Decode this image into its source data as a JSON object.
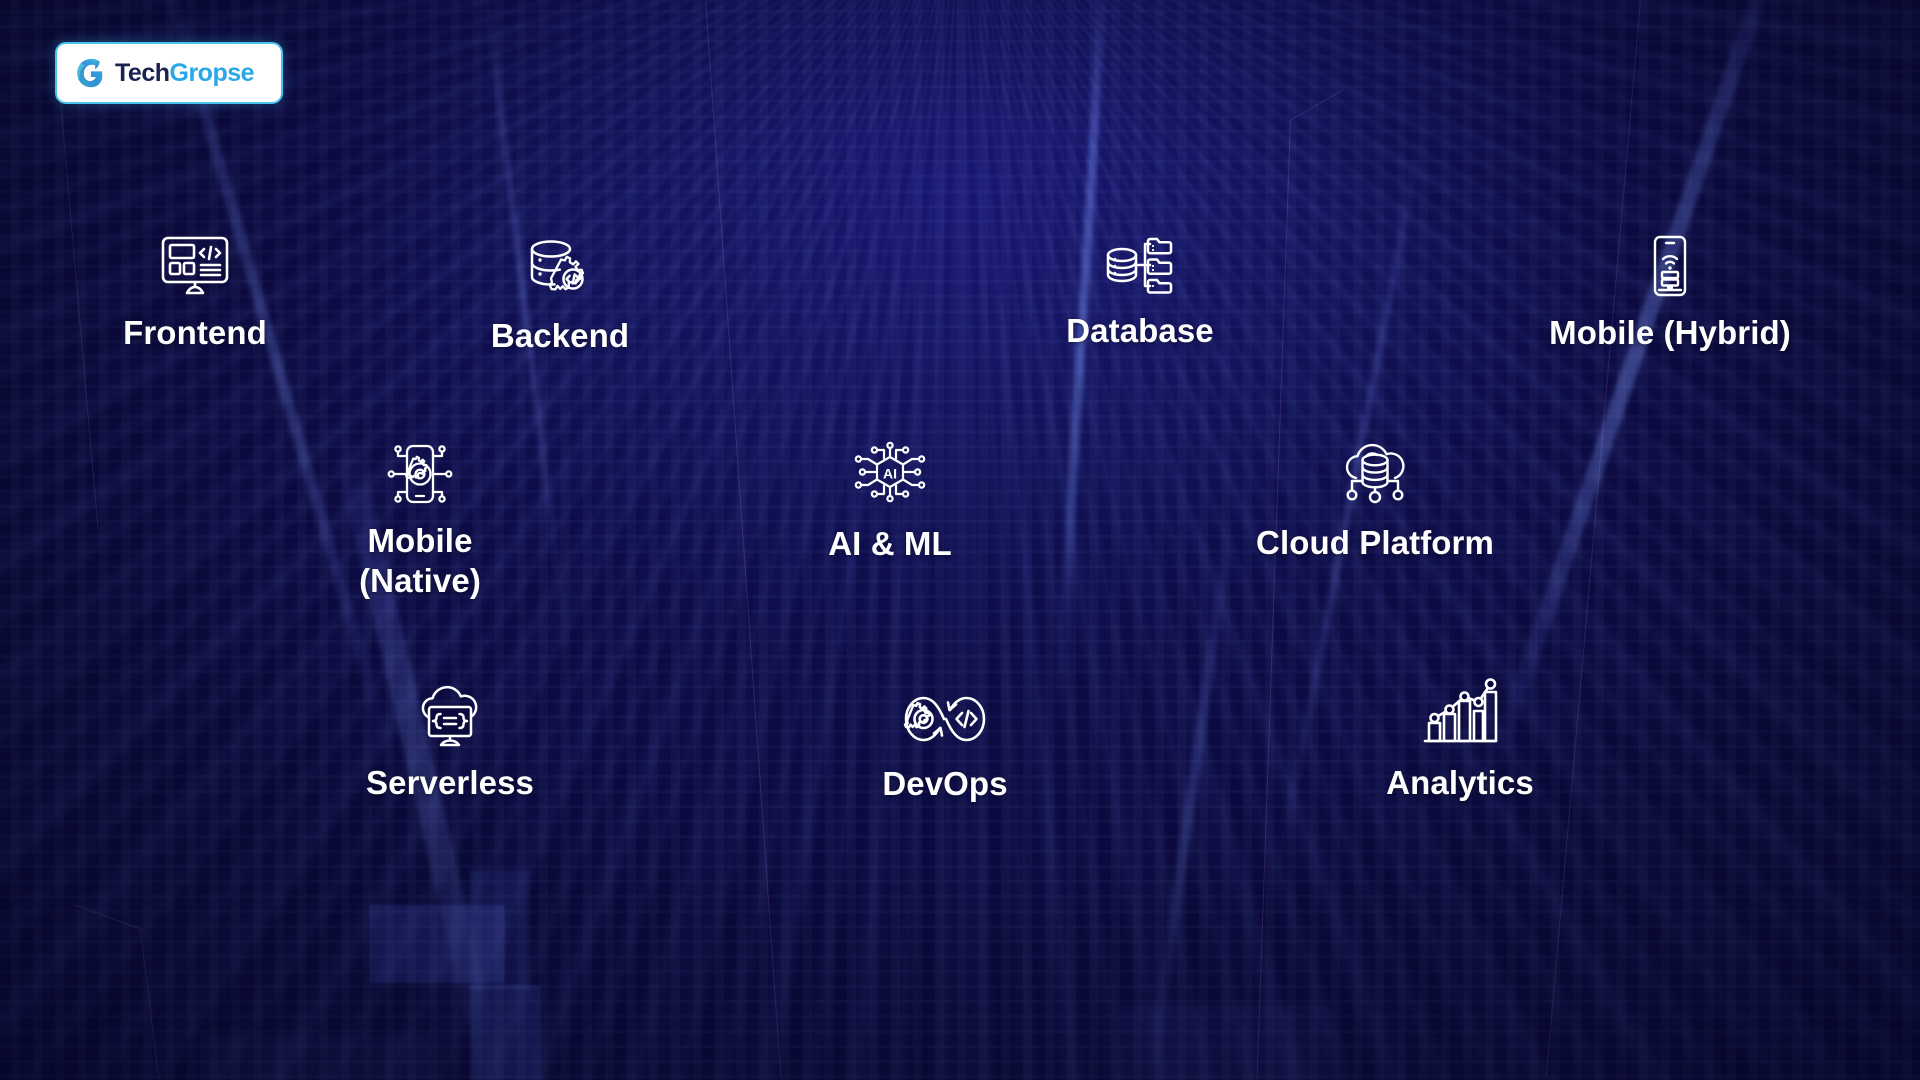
{
  "logo": {
    "name_part1": "Tech",
    "name_part2": "Gropse",
    "mark_icon": "g-swirl-logo-icon",
    "brand_blue": "#29a8e8",
    "brand_navy": "#1b2252",
    "border_color": "#49c2ef"
  },
  "theme": {
    "background_base": "#0a0a3c",
    "background_glow": "#181770",
    "label_color": "#ffffff",
    "icon_color": "#ffffff"
  },
  "items": [
    {
      "id": "frontend",
      "label": "Frontend",
      "icon": "monitor-code-layout-icon"
    },
    {
      "id": "backend",
      "label": "Backend",
      "icon": "database-gear-code-icon"
    },
    {
      "id": "database",
      "label": "Database",
      "icon": "database-folders-icon"
    },
    {
      "id": "hybrid",
      "label": "Mobile (Hybrid)",
      "icon": "smartphone-wifi-building-icon"
    },
    {
      "id": "native",
      "label": "Mobile\n(Native)",
      "icon": "smartphone-gear-circuit-icon"
    },
    {
      "id": "aiml",
      "label": "AI & ML",
      "icon": "ai-hexagon-circuit-icon"
    },
    {
      "id": "cloud",
      "label": "Cloud Platform",
      "icon": "cloud-database-nodes-icon"
    },
    {
      "id": "serverless",
      "label": "Serverless",
      "icon": "cloud-monitor-braces-icon"
    },
    {
      "id": "devops",
      "label": "DevOps",
      "icon": "infinity-gear-code-icon"
    },
    {
      "id": "analytics",
      "label": "Analytics",
      "icon": "bar-chart-trendline-icon"
    }
  ]
}
